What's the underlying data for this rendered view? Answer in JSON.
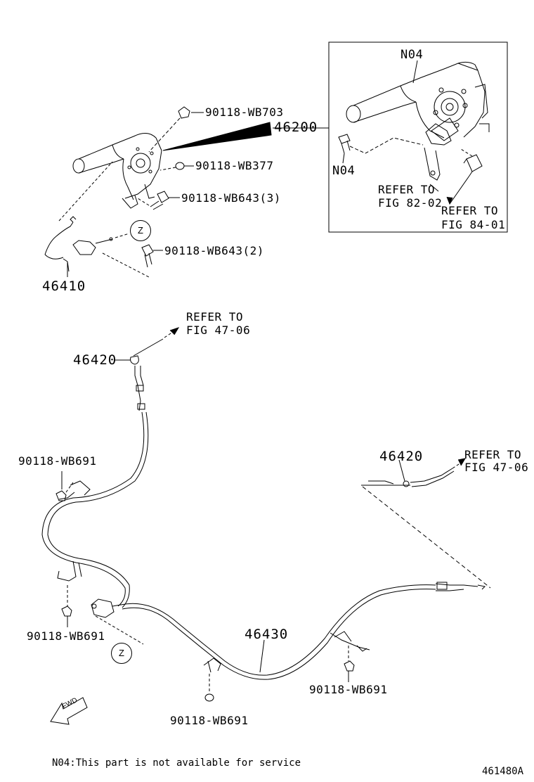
{
  "labels": {
    "n04_detail_top": "N04",
    "n04_detail_bolt": "N04",
    "p46200": "46200",
    "p90118_wb703": "90118-WB703",
    "p90118_wb377": "90118-WB377",
    "p90118_wb643_3": "90118-WB643(3)",
    "p90118_wb643_2": "90118-WB643(2)",
    "p46410": "46410",
    "refer_82_line1": "REFER TO",
    "refer_82_line2": "FIG 82-02",
    "refer_84_line1": "REFER TO",
    "refer_84_line2": "FIG 84-01",
    "p46420_left": "46420",
    "refer_47_left_line1": "REFER TO",
    "refer_47_left_line2": "FIG 47-06",
    "p90118_wb691_upper_left": "90118-WB691",
    "p46420_right": "46420",
    "refer_47_right_line1": "REFER TO",
    "refer_47_right_line2": "FIG 47-06",
    "p90118_wb691_lower_left": "90118-WB691",
    "p46430": "46430",
    "p90118_wb691_right": "90118-WB691",
    "p90118_wb691_bottom": "90118-WB691",
    "z_top": "Z",
    "z_bottom": "Z",
    "fwd": "FWD"
  },
  "footnote": "N04:This part is not available for service",
  "figure_code": "461480A",
  "colors": {
    "line": "#000000",
    "background": "#ffffff"
  }
}
